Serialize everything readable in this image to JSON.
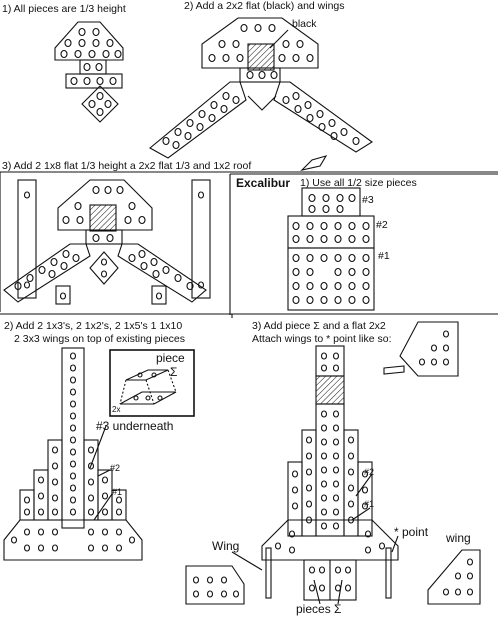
{
  "panels": {
    "p1": {
      "label": "1) All pieces are 1/3 height"
    },
    "p2": {
      "label": "2) Add a 2x2 flat (black) and wings",
      "callout": "black"
    },
    "p3": {
      "label": "3) Add 2 1x8 flat 1/3 height a 2x2 flat 1/3 and 1x2 roof"
    },
    "excalibur": {
      "title": "Excalibur",
      "label": "1) Use all 1/2 size pieces",
      "markers": [
        "#3",
        "#2",
        "#1"
      ]
    },
    "p5": {
      "label_line1": "2) Add 2 1x3's, 2 1x2's, 2 1x5's 1 1x10",
      "label_line2": "2 3x3 wings on top of existing pieces",
      "inset_title": "piece",
      "inset_symbol": "Σ",
      "inset_tag": "2x",
      "underneath": "#3 underneath",
      "markers": [
        "#2",
        "#1"
      ]
    },
    "p6": {
      "label_line1": "3) Add piece Σ and a flat 2x2",
      "label_line2": "Attach wings to * point like so:",
      "wing_left": "Wing",
      "wing_right": "wing",
      "point": "* point",
      "pieces": "pieces Σ",
      "markers": [
        "#2",
        "#1"
      ]
    }
  }
}
